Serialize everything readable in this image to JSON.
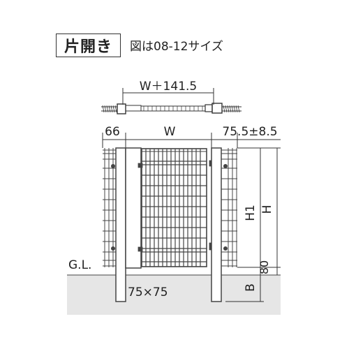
{
  "header": {
    "type_label": "片開き",
    "note": "図は08-12サイズ"
  },
  "plan_view": {
    "width_label": "W＋141.5"
  },
  "elevation": {
    "left_offset_label": "66",
    "width_label": "W",
    "right_offset_label": "75.5±8.5",
    "height_label": "H",
    "gate_height_label": "H1",
    "clearance_label": "80",
    "embed_label": "B",
    "ground_label": "G.L.",
    "post_size_label": "75×75"
  },
  "colors": {
    "line": "#333333",
    "ground": "#e6e6e6",
    "mesh": "#444444"
  }
}
